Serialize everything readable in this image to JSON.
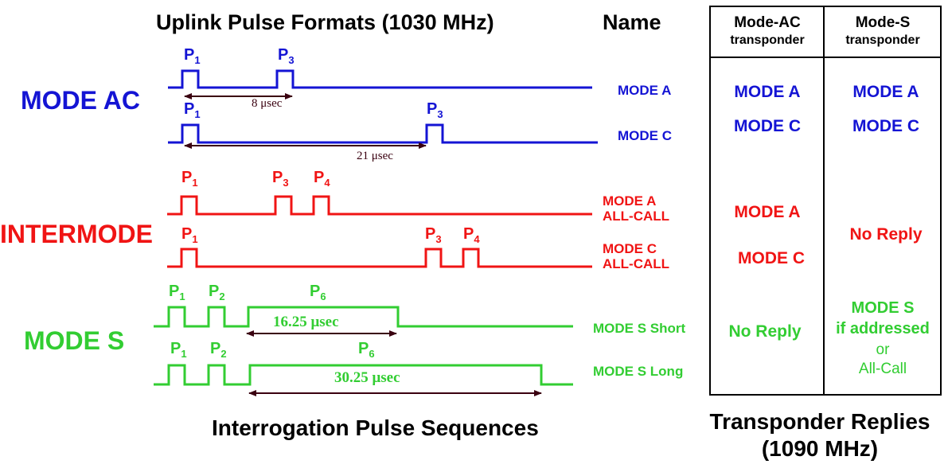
{
  "headings": {
    "uplink_title": "Uplink Pulse Formats (1030 MHz)",
    "name_header": "Name",
    "bottom_caption": "Interrogation Pulse Sequences",
    "replies_caption_line1": "Transponder Replies",
    "replies_caption_line2": "(1090 MHz)"
  },
  "groups": {
    "mode_ac": "MODE AC",
    "intermode": "INTERMODE",
    "mode_s": "MODE S"
  },
  "pulse_labels": {
    "p": "P",
    "sub1": "1",
    "sub2": "2",
    "sub3": "3",
    "sub4": "4",
    "sub6": "6"
  },
  "timings": {
    "mode_a_spacing": "8 μsec",
    "mode_c_spacing": "21 μsec",
    "mode_s_short_width": "16.25 μsec",
    "mode_s_long_width": "30.25 μsec"
  },
  "names": {
    "mode_a": "MODE A",
    "mode_c": "MODE C",
    "mode_a_allcall_1": "MODE A",
    "mode_a_allcall_2": "ALL-CALL",
    "mode_c_allcall_1": "MODE C",
    "mode_c_allcall_2": "ALL-CALL",
    "mode_s_short": "MODE S Short",
    "mode_s_long": "MODE S Long"
  },
  "table": {
    "col1_header_1": "Mode-AC",
    "col1_header_2": "transponder",
    "col2_header_1": "Mode-S",
    "col2_header_2": "transponder",
    "ac_mode_a": "MODE A",
    "ac_mode_c": "MODE C",
    "s_mode_a": "MODE A",
    "s_mode_c": "MODE C",
    "ac_inter_a": "MODE A",
    "ac_inter_c": "MODE C",
    "s_inter": "No Reply",
    "ac_mode_s": "No Reply",
    "s_mode_s_1": "MODE S",
    "s_mode_s_2": "if addressed",
    "s_mode_s_3": "or",
    "s_mode_s_4": "All-Call"
  },
  "colors": {
    "mode_ac": "#1414d4",
    "intermode": "#f01414",
    "mode_s": "#32cd32",
    "arrow": "#3a0010"
  }
}
